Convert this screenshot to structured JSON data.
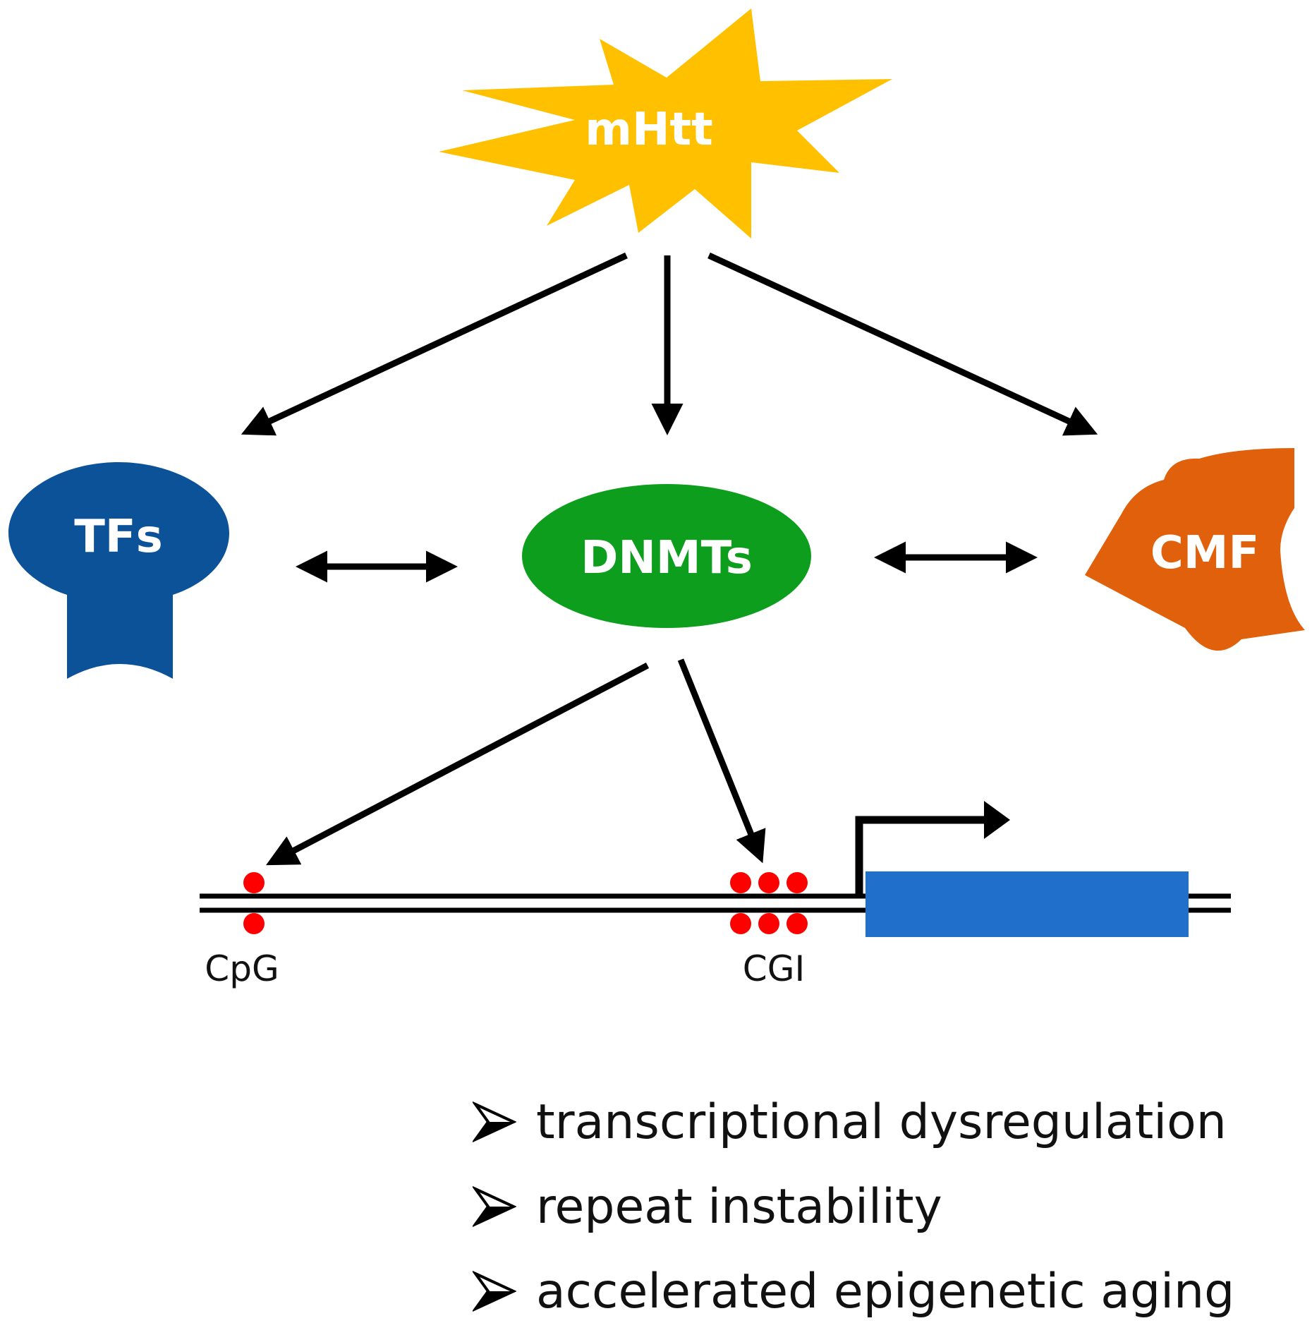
{
  "nodes": {
    "mhtt": {
      "label": "mHtt",
      "color": "#FFC000"
    },
    "tfs": {
      "label": "TFs",
      "color": "#0B5299"
    },
    "dnmts": {
      "label": "DNMTs",
      "color": "#0D9E1E"
    },
    "cmf": {
      "label": "CMF",
      "color": "#E0600B"
    }
  },
  "dna": {
    "sites": [
      {
        "label": "CpG"
      },
      {
        "label": "CGI"
      }
    ],
    "gene_color": "#1F6FCB",
    "methyl_color": "#FF0000"
  },
  "outcomes": [
    {
      "text": "transcriptional dysregulation"
    },
    {
      "text": "repeat instability"
    },
    {
      "text": "accelerated epigenetic aging"
    }
  ]
}
